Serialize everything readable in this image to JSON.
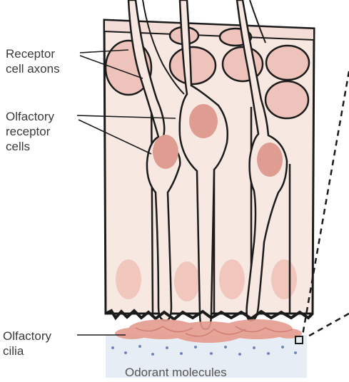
{
  "labels": {
    "receptor_cell_axons": [
      "Receptor",
      "cell axons"
    ],
    "olfactory_receptor_cells": [
      "Olfactory",
      "receptor",
      "cells"
    ],
    "olfactory_cilia": [
      "Olfactory",
      "cilia"
    ],
    "odorant_molecules": "Odorant molecules"
  },
  "colors": {
    "tissue": "#f7e8e2",
    "nucleus": "#e8b3aa",
    "nucleus_dark": "#df9d92",
    "cilia": "#e59b8f",
    "mucus": "#e6edf4",
    "odorant_dot": "#6f87b8",
    "outline": "#1b1b1b"
  }
}
